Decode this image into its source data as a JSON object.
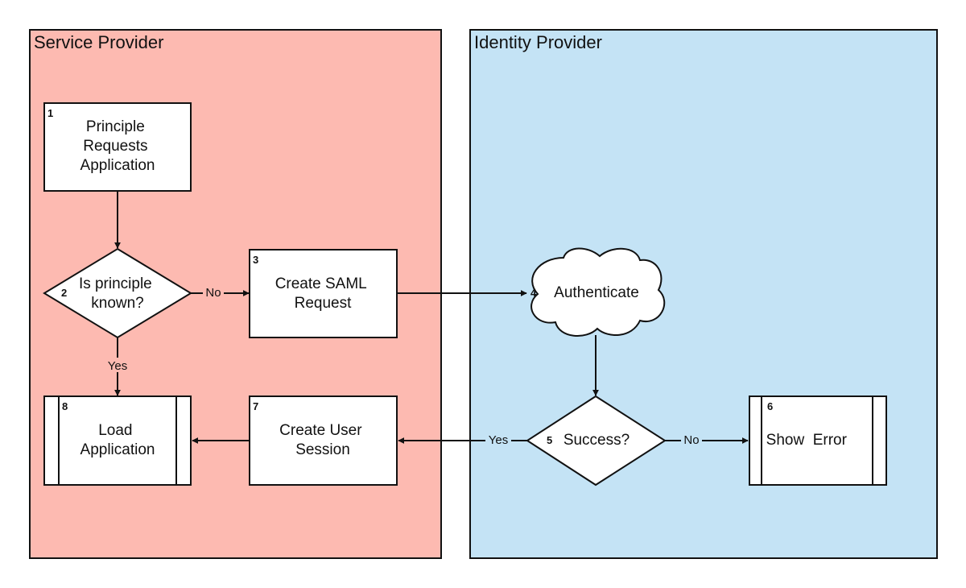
{
  "lanes": {
    "service_provider": {
      "title": "Service Provider",
      "color": "#fdbab1"
    },
    "identity_provider": {
      "title": "Identity Provider",
      "color": "#c4e3f5"
    }
  },
  "nodes": {
    "n1": {
      "num": "1",
      "lines": [
        "Principle",
        "Requests",
        "Application"
      ],
      "shape": "process"
    },
    "n2": {
      "num": "2",
      "lines": [
        "Is principle",
        "known?"
      ],
      "shape": "decision"
    },
    "n3": {
      "num": "3",
      "lines": [
        "Create SAML",
        "Request"
      ],
      "shape": "process"
    },
    "n4": {
      "num": "4",
      "lines": [
        "Authenticate"
      ],
      "shape": "cloud"
    },
    "n5": {
      "num": "5",
      "lines": [
        "Success?"
      ],
      "shape": "decision"
    },
    "n6": {
      "num": "6",
      "lines": [
        "Show  Error"
      ],
      "shape": "predefined-process"
    },
    "n7": {
      "num": "7",
      "lines": [
        "Create User",
        "Session"
      ],
      "shape": "process"
    },
    "n8": {
      "num": "8",
      "lines": [
        "Load",
        "Application"
      ],
      "shape": "predefined-process"
    }
  },
  "edges": {
    "e2_3": {
      "label": "No"
    },
    "e2_8": {
      "label": "Yes"
    },
    "e5_7": {
      "label": "Yes"
    },
    "e5_6": {
      "label": "No"
    }
  }
}
